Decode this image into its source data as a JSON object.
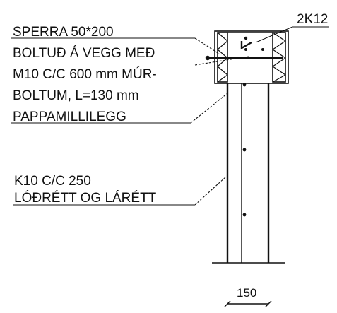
{
  "labels": {
    "callout_top_right": "2K12",
    "note_block": [
      "SPERRA 50*200",
      "BOLTUÐ Á VEGG MEÐ",
      "M10 C/C 600 mm MÚR-",
      "BOLTUM, L=130 mm",
      "PAPPAMILLILEGG"
    ],
    "reinforcement_note": [
      "K10 C/C 250",
      "LÓÐRÉTT OG LÁRÉTT"
    ],
    "dimension": "150"
  }
}
